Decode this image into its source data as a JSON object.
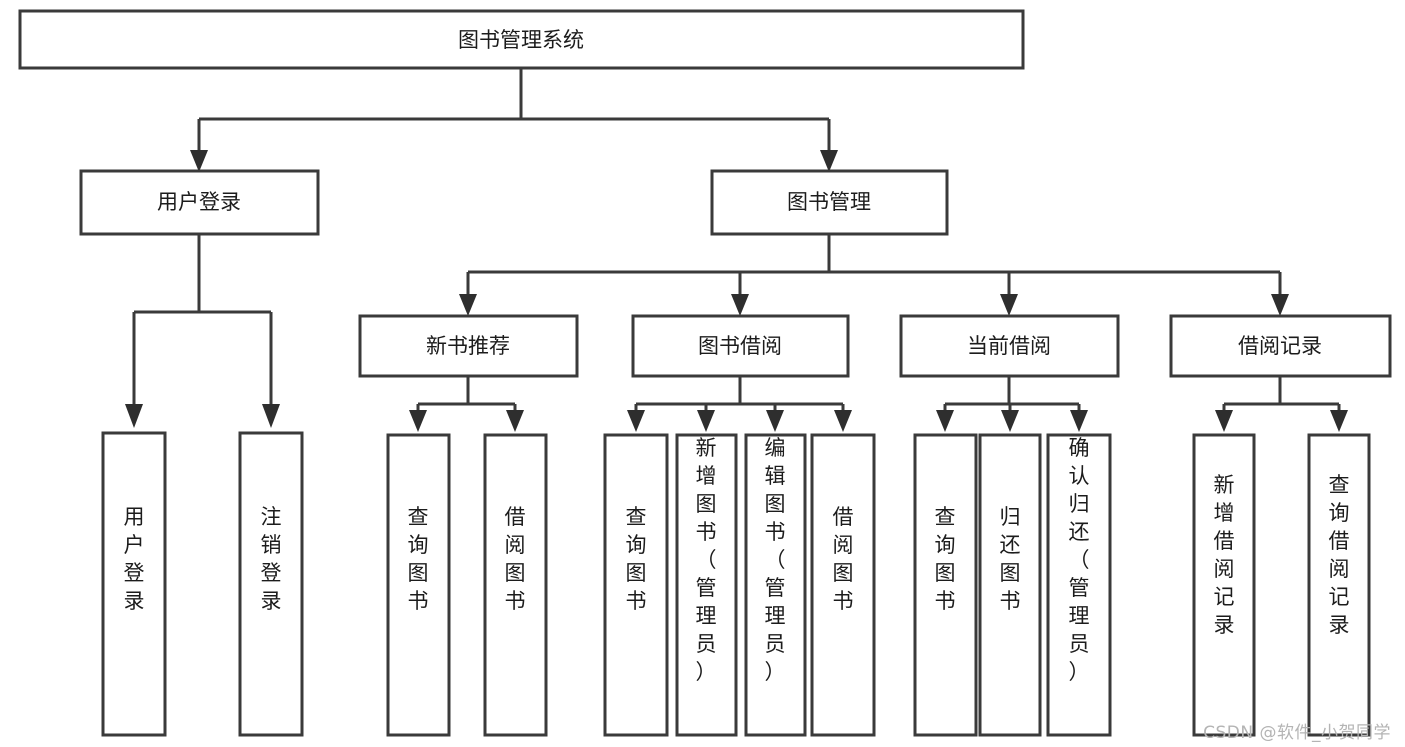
{
  "diagram": {
    "title": "图书管理系统",
    "type": "tree-hierarchy",
    "colors": {
      "box_stroke": "#3a3a3a",
      "box_fill": "#ffffff",
      "connector": "#3a3a3a",
      "text": "#1c1c1c",
      "background": "#ffffff",
      "watermark": "#b4b4b4"
    },
    "nodes": {
      "root": {
        "label": "图书管理系统",
        "level": 0,
        "orientation": "horizontal"
      },
      "l1": [
        {
          "label": "用户登录",
          "level": 1,
          "orientation": "horizontal"
        },
        {
          "label": "图书管理",
          "level": 1,
          "orientation": "horizontal"
        }
      ],
      "l2": [
        {
          "label": "新书推荐",
          "level": 2,
          "orientation": "horizontal"
        },
        {
          "label": "图书借阅",
          "level": 2,
          "orientation": "horizontal"
        },
        {
          "label": "当前借阅",
          "level": 2,
          "orientation": "horizontal"
        },
        {
          "label": "借阅记录",
          "level": 2,
          "orientation": "horizontal"
        }
      ],
      "leaves": {
        "user_login": [
          {
            "label": "用户登录",
            "orientation": "vertical"
          },
          {
            "label": "注销登录",
            "orientation": "vertical"
          }
        ],
        "new_book_rec": [
          {
            "label": "查询图书",
            "orientation": "vertical"
          },
          {
            "label": "借阅图书",
            "orientation": "vertical"
          }
        ],
        "book_borrow": [
          {
            "label": "查询图书",
            "orientation": "vertical"
          },
          {
            "label": "新增图书（管理员）",
            "orientation": "vertical"
          },
          {
            "label": "编辑图书（管理员）",
            "orientation": "vertical"
          },
          {
            "label": "借阅图书",
            "orientation": "vertical"
          }
        ],
        "current_borrow": [
          {
            "label": "查询图书",
            "orientation": "vertical"
          },
          {
            "label": "归还图书",
            "orientation": "vertical"
          },
          {
            "label": "确认归还（管理员）",
            "orientation": "vertical"
          }
        ],
        "borrow_record": [
          {
            "label": "新增借阅记录",
            "orientation": "vertical"
          },
          {
            "label": "查询借阅记录",
            "orientation": "vertical"
          }
        ]
      }
    },
    "watermark": "CSDN @软件_小贺同学"
  }
}
